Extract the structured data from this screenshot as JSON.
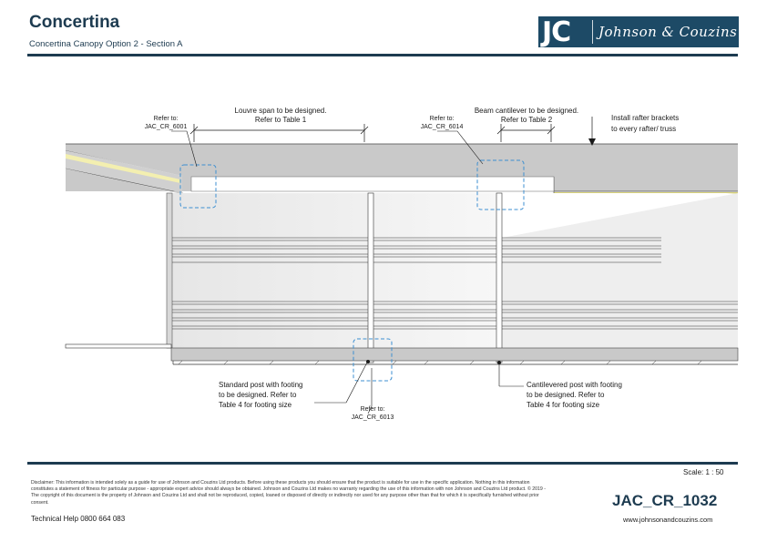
{
  "header": {
    "title": "Concertina",
    "subtitle": "Concertina Canopy Option 2 - Section A"
  },
  "logo": {
    "mark": "JC",
    "name": "Johnson & Couzins"
  },
  "annotations": {
    "refer_left": [
      "Refer to:",
      "JAC_CR_6001"
    ],
    "louvre": [
      "Louvre span to be designed.",
      "Refer to Table 1"
    ],
    "refer_mid": [
      "Refer to:",
      "JAC_CR_6014"
    ],
    "beam": [
      "Beam cantilever to be designed.",
      "Refer to Table 2"
    ],
    "rafter": [
      "Install rafter brackets",
      "to every rafter/ truss"
    ],
    "standard_post": [
      "Standard post with footing",
      "to be designed. Refer to",
      "Table 4 for footing size"
    ],
    "refer_bottom": [
      "Refer to:",
      "JAC_CR_6013"
    ],
    "cantilever_post": [
      "Cantilevered post with footing",
      "to be designed. Refer to",
      "Table 4 for footing size"
    ]
  },
  "footer": {
    "scale": "Scale:  1 : 50",
    "disclaimer": "Disclaimer: This information is intended solely as a guide for use of Johnson and Couzins Ltd products. Before using these products you should ensure that the product is suitable for use in the specific application. Nothing in this information constitutes a statement of fitness for particular purpose - appropriate expert advice should always be obtained. Johnson and Couzins Ltd makes no warranty regarding the use of this information with non Johnson and Couzins Ltd product. © 2019 - The copyright of this document is the property of Johnson and Couzins Ltd and shall not be reproduced, copied, loaned or disposed of directly or indirectly nor used for any purpose other than that for which it is specifically furnished without prior consent.",
    "tech_help": "Technical Help 0800 664 083",
    "drawing_number": "JAC_CR_1032",
    "website": "www.johnsonandcouzins.com"
  },
  "colors": {
    "brand": "#1d3b50",
    "detail_callout": "#3d8fd1",
    "roof_grey": "#c9c9c9"
  }
}
